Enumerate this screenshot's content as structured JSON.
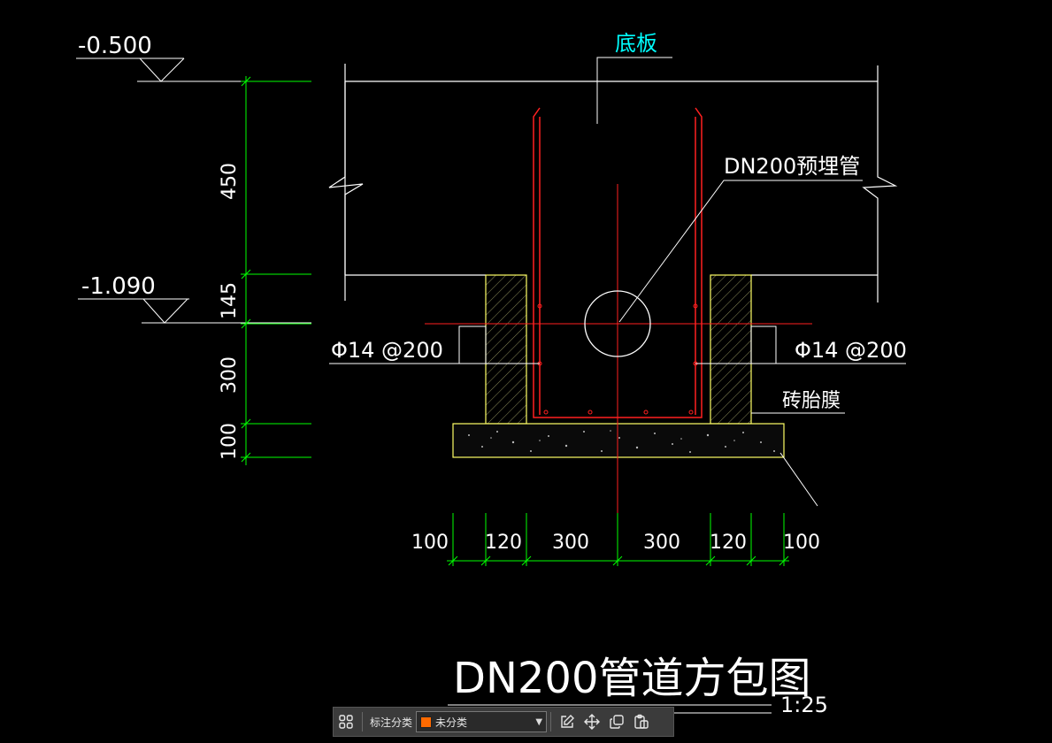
{
  "drawing": {
    "title": "DN200管道方包图",
    "scale": "1:25",
    "labels": {
      "top_slab": "底板",
      "pipe": "DN200预埋管",
      "rebar_left": "Φ14 @200",
      "rebar_right": "Φ14 @200",
      "brick_form": "砖胎膜"
    },
    "elevations": {
      "upper": "-0.500",
      "lower": "-1.090"
    },
    "vertical_dims": [
      "450",
      "145",
      "300",
      "100"
    ],
    "horizontal_dims": [
      "100",
      "120",
      "300",
      "300",
      "120",
      "100"
    ],
    "colors": {
      "background": "#000000",
      "outline": "#ffffff",
      "wall": "#ffff66",
      "rebar": "#ff2020",
      "dimension": "#00ff00",
      "label_cyan": "#00ffff"
    }
  },
  "toolbar": {
    "category_label": "标注分类",
    "layer_value": "未分类",
    "layer_color": "#ff6a00",
    "icons": [
      "grid-icon",
      "edit-icon",
      "move-icon",
      "copy-icon",
      "paste-icon"
    ]
  }
}
